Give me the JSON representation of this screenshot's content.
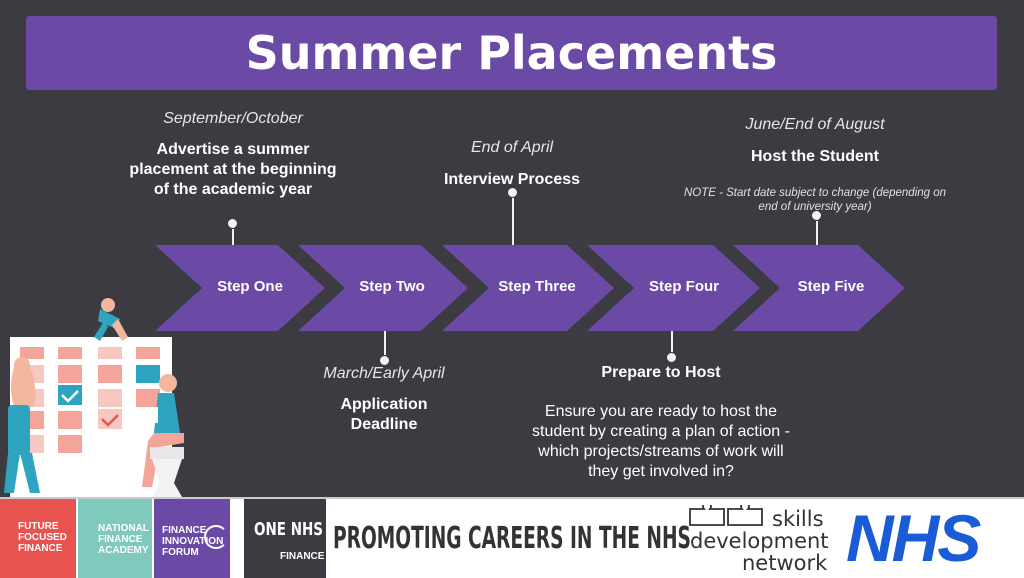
{
  "title": "Summer Placements",
  "steps": [
    "Step One",
    "Step Two",
    "Step Three",
    "Step Four",
    "Step Five"
  ],
  "milestones": {
    "advertise": {
      "date": "September/October",
      "label": "Advertise a summer placement at the beginning of the academic year"
    },
    "application": {
      "date": "March/Early April",
      "label": "Application Deadline"
    },
    "interview": {
      "date": "End of April",
      "label": "Interview Process"
    },
    "prepare": {
      "label": "Prepare to Host",
      "body": "Ensure you are ready to host the student by creating a plan of action - which projects/streams of work will they get involved in?"
    },
    "host": {
      "date": "June/End of August",
      "label": "Host the Student",
      "note": "NOTE - Start date subject to change (depending on end of university year)"
    }
  },
  "footer": {
    "logo1": "FUTURE FOCUSED FINANCE",
    "logo2": "NATIONAL FINANCE ACADEMY",
    "logo3": "FINANCE INNOVATION FORUM",
    "logo4_main": "ONE NHS",
    "logo4_sub": "FINANCE",
    "promo": "PROMOTING CAREERS IN THE NHS",
    "sdn_line1": "skills",
    "sdn_line2": "development",
    "sdn_line3": "network",
    "nhs": "NHS"
  },
  "colors": {
    "background": "#3b3b41",
    "banner": "#6a4aa5",
    "chevron": "#6a4aa5",
    "chevron_dark": "#5a3d92",
    "logo1": "#e8524f",
    "logo2": "#7fc9bd",
    "logo3": "#6a4aa5",
    "logo4": "#3b3b41",
    "nhs_blue": "#1a5bd6"
  }
}
